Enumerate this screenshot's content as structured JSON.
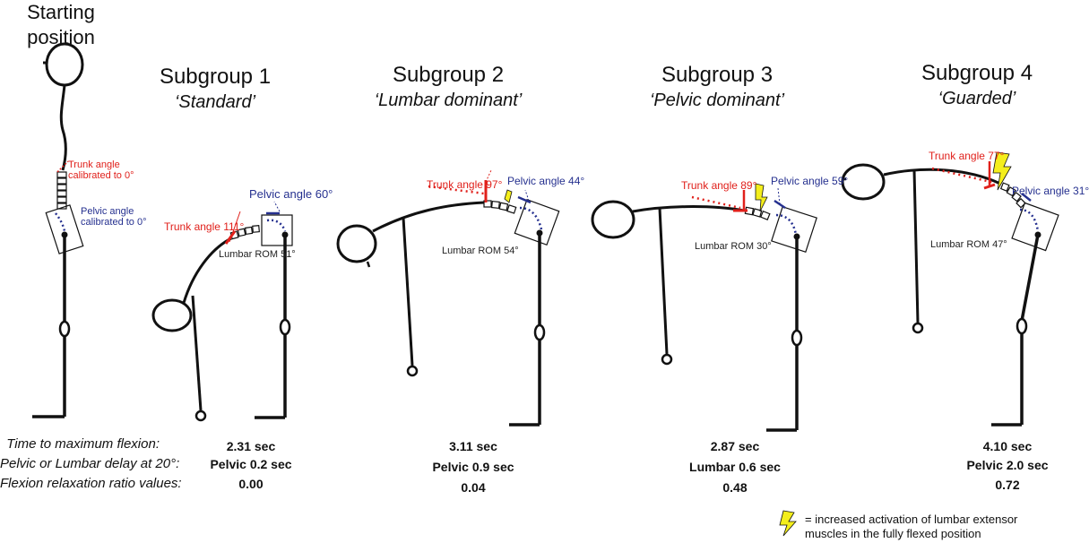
{
  "starting": {
    "title": "Starting\nposition",
    "trunk": "Trunk angle\ncalibrated to 0°",
    "pelvic": "Pelvic angle\ncalibrated to 0°"
  },
  "groups": [
    {
      "title": "Subgroup 1",
      "subtitle": "‘Standard’",
      "trunk": "Trunk angle 111°",
      "pelvic": "Pelvic angle 60°",
      "rom": "Lumbar ROM 51°",
      "time": "2.31 sec",
      "delay": "Pelvic 0.2 sec",
      "frr": "0.00"
    },
    {
      "title": "Subgroup 2",
      "subtitle": "‘Lumbar dominant’",
      "trunk": "Trunk angle 97°",
      "pelvic": "Pelvic angle 44°",
      "rom": "Lumbar ROM 54°",
      "time": "3.11 sec",
      "delay": "Pelvic 0.9 sec",
      "frr": "0.04"
    },
    {
      "title": "Subgroup 3",
      "subtitle": "‘Pelvic dominant’",
      "trunk": "Trunk angle 89°",
      "pelvic": "Pelvic angle 59°",
      "rom": "Lumbar ROM 30°",
      "time": "2.87 sec",
      "delay": "Lumbar 0.6 sec",
      "frr": "0.48"
    },
    {
      "title": "Subgroup 4",
      "subtitle": "‘Guarded’",
      "trunk": "Trunk angle 77°",
      "pelvic": "Pelvic angle 31°",
      "rom": "Lumbar ROM 47°",
      "time": "4.10 sec",
      "delay": "Pelvic 2.0 sec",
      "frr": "0.72"
    }
  ],
  "rows": {
    "time": "Time to maximum flexion:",
    "delay": "Pelvic or Lumbar delay at 20°:",
    "frr": "Flexion relaxation ratio values:"
  },
  "legend": {
    "text": "= increased activation of lumbar extensor\nmuscles in the fully flexed position",
    "icon": "lightning-bolt-icon"
  },
  "colors": {
    "trunk": "#e0201b",
    "pelvic": "#25308f",
    "bolt": "#f4ee1c",
    "figure": "#111111"
  }
}
